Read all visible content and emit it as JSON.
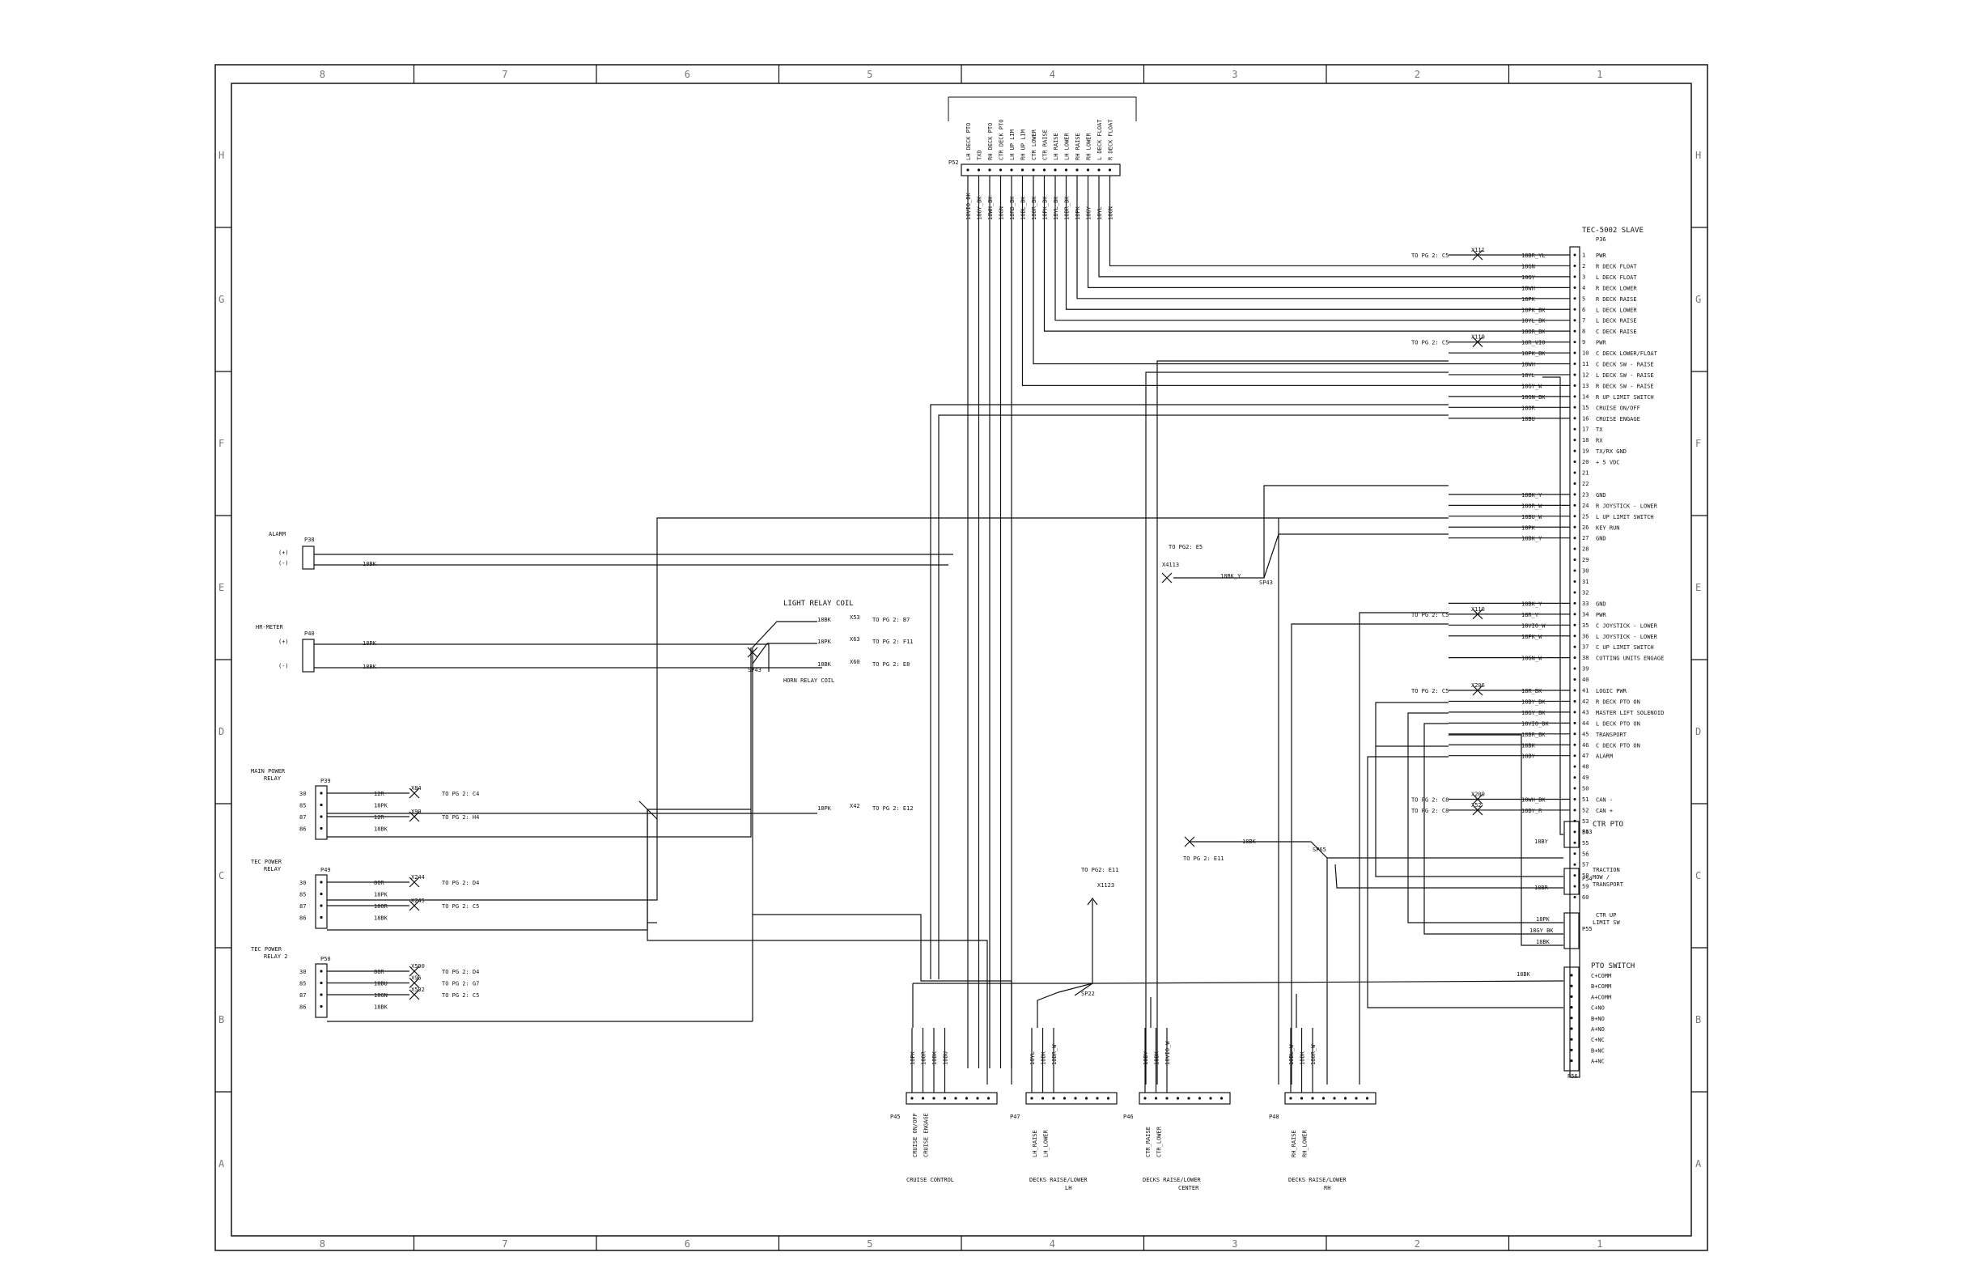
{
  "sheet": {
    "columns": [
      "8",
      "7",
      "6",
      "5",
      "4",
      "3",
      "2",
      "1"
    ],
    "rows": [
      "H",
      "G",
      "F",
      "E",
      "D",
      "C",
      "B",
      "A"
    ]
  },
  "connector_top": {
    "name": "P52",
    "labels": [
      "LH DECK PTO",
      "TXD",
      "RH DECK PTO",
      "CTR DECK PTO",
      "LH UP LIM",
      "RH UP LIM",
      "CTR LOWER",
      "CTR RAISE",
      "LH RAISE",
      "LH LOWER",
      "RH RAISE",
      "RH LOWER",
      "L DECK FLOAT",
      "R DECK FLOAT"
    ],
    "wires": [
      "18VIO_BK",
      "18GY_BK",
      "18WH_BK",
      "18GN",
      "18RD_BK",
      "18BL_BK",
      "18OR_BK",
      "18PK_BK",
      "18YL_BK",
      "18BR_BK",
      "18PK",
      "18GY",
      "18YL",
      "18GN"
    ]
  },
  "tec_slave": {
    "title": "TEC-5002 SLAVE",
    "connector": "P36",
    "pins": [
      {
        "wire": "18BR_YL",
        "label": "PWR",
        "mark": "TO PG 2: C5",
        "splice": "X111"
      },
      {
        "wire": "18GN",
        "label": "R DECK FLOAT"
      },
      {
        "wire": "18GY",
        "label": "L DECK FLOAT"
      },
      {
        "wire": "18WH",
        "label": "R DECK LOWER"
      },
      {
        "wire": "18PK",
        "label": "R DECK RAISE"
      },
      {
        "wire": "18PK_BK",
        "label": "L DECK LOWER"
      },
      {
        "wire": "18YL_BK",
        "label": "L DECK RAISE"
      },
      {
        "wire": "18OR_BK",
        "label": "C DECK RAISE"
      },
      {
        "wire": "18R_VIO",
        "label": "PWR",
        "mark": "TO PG 2: C5",
        "splice": "X119"
      },
      {
        "wire": "18PK_BK",
        "label": "C DECK LOWER/FLOAT"
      },
      {
        "wire": "18WH",
        "label": "C DECK SW - RAISE"
      },
      {
        "wire": "18YL",
        "label": "L DECK SW - RAISE"
      },
      {
        "wire": "18GY_W",
        "label": "R DECK SW - RAISE"
      },
      {
        "wire": "18GN_BK",
        "label": "R UP LIMIT SWITCH"
      },
      {
        "wire": "18OR",
        "label": "CRUISE ON/OFF"
      },
      {
        "wire": "18BU",
        "label": "CRUISE ENGAGE"
      },
      {
        "wire": "",
        "label": "TX"
      },
      {
        "wire": "",
        "label": "RX"
      },
      {
        "wire": "",
        "label": "TX/RX GND"
      },
      {
        "wire": "",
        "label": "+ 5 VDC"
      },
      {
        "wire": "18BK_Y",
        "label": "GND"
      },
      {
        "wire": "18OR_W",
        "label": "R JOYSTICK - LOWER"
      },
      {
        "wire": "18BU_W",
        "label": "L UP LIMIT SWITCH"
      },
      {
        "wire": "18PK",
        "label": "KEY RUN"
      },
      {
        "wire": "18BK_Y",
        "label": "GND"
      },
      {
        "wire": "18BK_Y",
        "label": "GND"
      },
      {
        "wire": "18R_Y",
        "label": "PWR",
        "mark": "TO PG 2: C5",
        "splice": "X110"
      },
      {
        "wire": "18VIO_W",
        "label": "C JOYSTICK - LOWER"
      },
      {
        "wire": "18PK_W",
        "label": "L JOYSTICK - LOWER"
      },
      {
        "wire": "",
        "label": "C UP LIMIT SWITCH"
      },
      {
        "wire": "18GN_W",
        "label": "CUTTING UNITS ENGAGE"
      },
      {
        "wire": "18R_BK",
        "label": "LOGIC PWR",
        "mark": "TO PG 2: C5",
        "splice": "X206"
      },
      {
        "wire": "18BY_BK",
        "label": "R DECK PTO ON"
      },
      {
        "wire": "18GY_BK",
        "label": "MASTER LIFT SOLENOID"
      },
      {
        "wire": "18VIO_BK",
        "label": "L DECK PTO ON"
      },
      {
        "wire": "18BR_BK",
        "label": "TRANSPORT"
      },
      {
        "wire": "18BK",
        "label": "C DECK PTO ON"
      },
      {
        "wire": "18BY",
        "label": "ALARM"
      },
      {
        "wire": "18WH_BK",
        "label": "CAN -",
        "mark": "TO PG 2: C8",
        "splice": "X209"
      },
      {
        "wire": "18BY_R",
        "label": "CAN +",
        "mark": "TO PG 2: C8",
        "splice": "X52"
      }
    ]
  },
  "right_connectors": {
    "ctr_pto": {
      "title": "CTR PTO",
      "connector": "P53",
      "wire": "18BY"
    },
    "traction": {
      "title": "TRACTION",
      "title2": "MOW /",
      "title3": "TRANSPORT",
      "connector": "P54",
      "wire": "18BR"
    },
    "ctr_up": {
      "title": "CTR UP",
      "title2": "LIMIT SW",
      "connector": "P55",
      "wires": [
        "18PK",
        "18GY_BK",
        "18BK"
      ]
    },
    "pto_switch": {
      "title": "PTO SWITCH",
      "connector": "P56",
      "wire": "18BK",
      "pins": [
        "C+COMM",
        "B+COMM",
        "A+COMM",
        "C+NO",
        "B+NO",
        "A+NO",
        "C+NC",
        "B+NC",
        "A+NC"
      ]
    }
  },
  "left_devices": {
    "alarm": {
      "title": "ALARM",
      "connector": "P38",
      "pins": [
        "(+)",
        "(-)"
      ],
      "wire": "18BK"
    },
    "hour_meter": {
      "title": "HR-METER",
      "connector": "P40",
      "pins": [
        "(+)",
        "(-)"
      ],
      "wires": [
        "18PK",
        "18BK"
      ]
    },
    "main_power_relay": {
      "title": "MAIN POWER",
      "title2": "RELAY",
      "connector": "P39",
      "pins": [
        "30",
        "85",
        "87",
        "86"
      ],
      "rows": [
        {
          "wire": "12R",
          "splice": "X84",
          "ref": "TO PG 2: C4"
        },
        {
          "wire": "18PK",
          "splice": "",
          "ref": ""
        },
        {
          "wire": "12R",
          "splice": "X99",
          "ref": "TO PG 2: H4"
        },
        {
          "wire": "18BK",
          "splice": "",
          "ref": ""
        }
      ]
    },
    "tec_power_relay": {
      "title": "TEC POWER",
      "title2": "RELAY",
      "connector": "P49",
      "pins": [
        "30",
        "85",
        "87",
        "86"
      ],
      "rows": [
        {
          "wire": "8OR",
          "splice": "X244",
          "ref": "TO PG 2: D4"
        },
        {
          "wire": "18PK",
          "splice": "",
          "ref": ""
        },
        {
          "wire": "18OR",
          "splice": "X245",
          "ref": "TO PG 2: C5"
        },
        {
          "wire": "18BK",
          "splice": "",
          "ref": ""
        }
      ]
    },
    "tec_power_relay_2": {
      "title": "TEC POWER",
      "title2": "RELAY 2",
      "connector": "P50",
      "pins": [
        "30",
        "85",
        "87",
        "86"
      ],
      "rows": [
        {
          "wire": "8OR",
          "splice": "X590",
          "ref": "TO PG 2: D4"
        },
        {
          "wire": "18BU",
          "splice": "X96",
          "ref": "TO PG 2: G7"
        },
        {
          "wire": "18GN",
          "splice": "X592",
          "ref": "TO PG 2: C5"
        },
        {
          "wire": "18BK",
          "splice": "",
          "ref": ""
        }
      ]
    }
  },
  "relays_center": {
    "light_title": "LIGHT RELAY COIL",
    "horn_title": "HORN RELAY COIL",
    "rows": [
      {
        "wire": "18BK",
        "splice": "X53",
        "ref": "TO PG 2: B7"
      },
      {
        "wire": "18PK",
        "splice": "X63",
        "ref": "TO PG 2: F11"
      },
      {
        "wire": "18BK",
        "splice": "X60",
        "ref": "TO PG 2: E8"
      }
    ],
    "junction": "SP43"
  },
  "misc": {
    "to_e5": "TO PG2: E5",
    "splice_e5": "X4113",
    "wire_e5": "18BK_Y",
    "sp43": "SP43",
    "pg2_e12": "TO PG 2: E12",
    "x42": "X42",
    "wire_18pk_mid": "18PK",
    "pg2_e11": "TO PG 2: E11",
    "wire_18bk_sp65": "18BK",
    "sp65": "SP65",
    "pg2_e11b": "TO PG2: E11",
    "x123": "X1123",
    "wire_18bk_v": "18BK",
    "sp22": "SP22",
    "wire_sp": "18BK"
  },
  "bottom_connectors": [
    {
      "id": "P45",
      "labels": [
        "CRUISE ON/OFF",
        "CRUISE ENGAGE"
      ],
      "wires": [
        "18PK",
        "18OR",
        "18BK",
        "18BU"
      ],
      "caption": "CRUISE CONTROL",
      "caption2": ""
    },
    {
      "id": "P47",
      "labels": [
        "LH_RAISE",
        "LH_LOWER"
      ],
      "wires": [
        "18YL",
        "18BK",
        "18BR_W"
      ],
      "caption": "DECKS RAISE/LOWER",
      "caption2": "LH"
    },
    {
      "id": "P46",
      "labels": [
        "CTR_RAISE",
        "CTR_LOWER"
      ],
      "wires": [
        "18BY",
        "18BK",
        "18VIO_W"
      ],
      "caption": "DECKS RAISE/LOWER",
      "caption2": "CENTER"
    },
    {
      "id": "P48",
      "labels": [
        "RH_RAISE",
        "RH_LOWER"
      ],
      "wires": [
        "18BL_W",
        "18BK",
        "18OR_W"
      ],
      "caption": "DECKS RAISE/LOWER",
      "caption2": "RH"
    }
  ]
}
